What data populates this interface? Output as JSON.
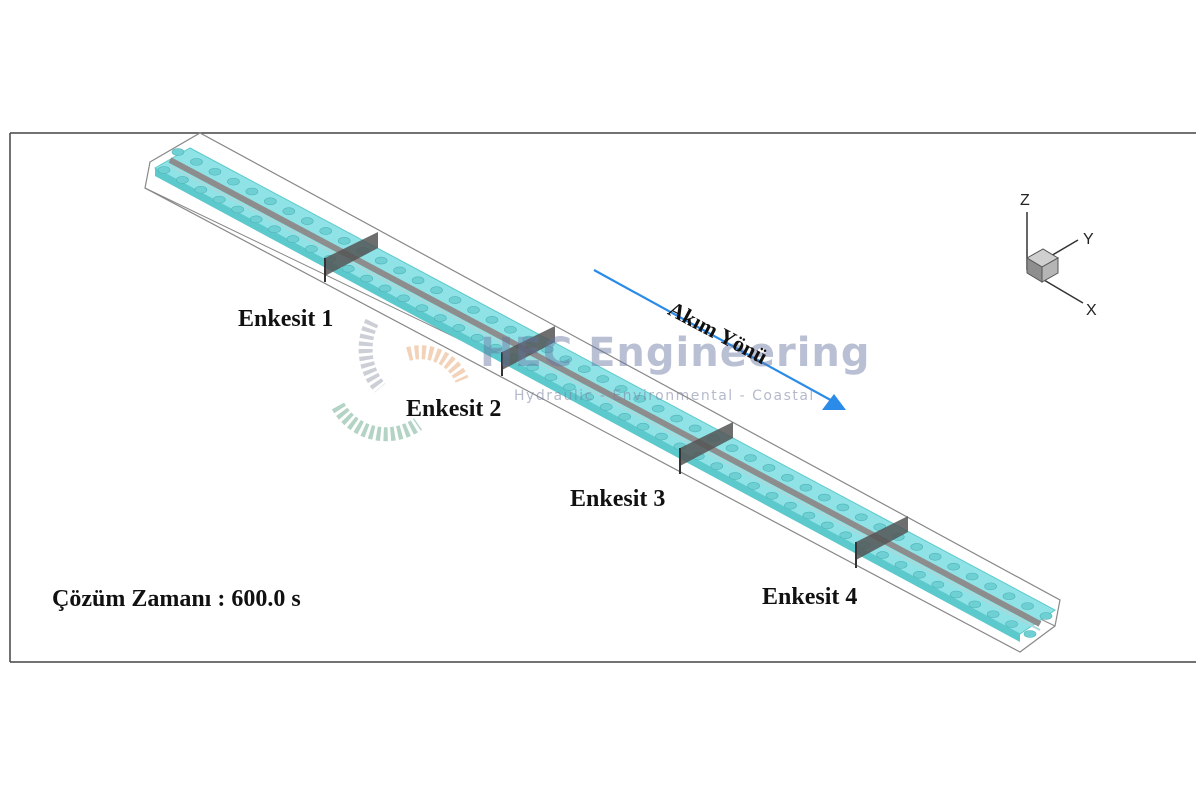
{
  "sections": [
    {
      "label": "Enkesit 1"
    },
    {
      "label": "Enkesit 2"
    },
    {
      "label": "Enkesit 3"
    },
    {
      "label": "Enkesit 4"
    }
  ],
  "flow_label": "Akım Yönü",
  "solution_time": "Çözüm Zamanı : 600.0 s",
  "axes": {
    "z": "Z",
    "y": "Y",
    "x": "X"
  },
  "watermark": {
    "title": "HEC Engineering",
    "subtitle": "Hydraulic - Environmental - Coastal"
  },
  "colors": {
    "water": "#8fe3e6",
    "water_dark": "#5cc9cc",
    "rail": "#8d8d8d",
    "frame": "#555555",
    "arrow": "#2a8be8"
  }
}
